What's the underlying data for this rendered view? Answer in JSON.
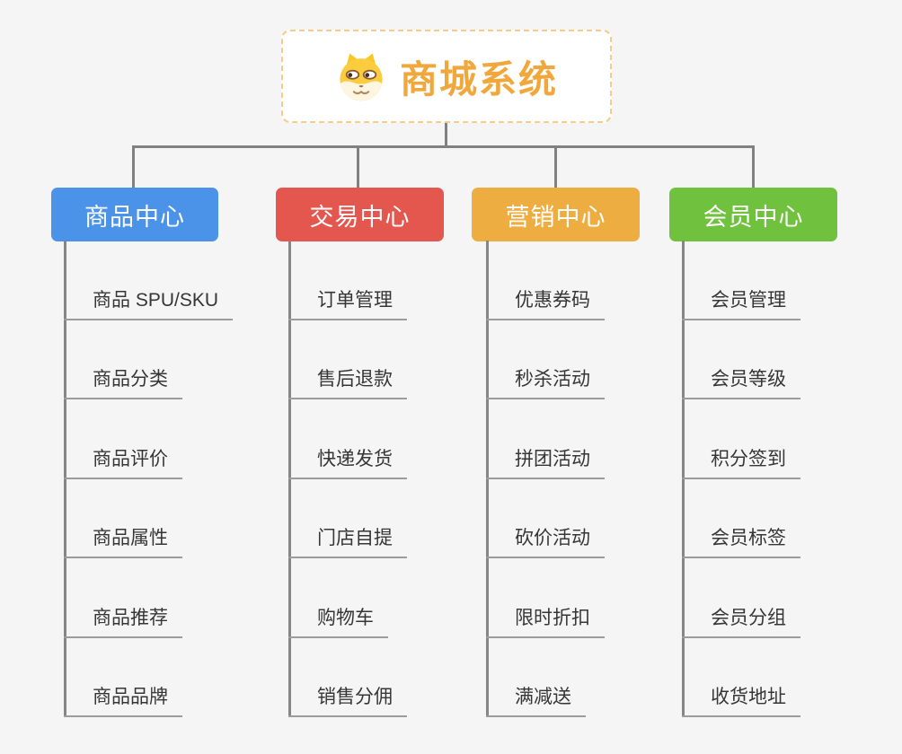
{
  "canvas": {
    "background": "#f5f5f5",
    "connector_color": "#818181",
    "underline_color": "#9c9c9c"
  },
  "root": {
    "title": "商城系统",
    "icon": "shiba-dog-icon",
    "text_color": "#f0a73b",
    "border_color": "#f6cc8c",
    "background": "#ffffff"
  },
  "branches": [
    {
      "label": "商品中心",
      "color": "#4b93e9",
      "items": [
        "商品 SPU/SKU",
        "商品分类",
        "商品评价",
        "商品属性",
        "商品推荐",
        "商品品牌"
      ]
    },
    {
      "label": "交易中心",
      "color": "#e4574f",
      "items": [
        "订单管理",
        "售后退款",
        "快递发货",
        "门店自提",
        "购物车",
        "销售分佣"
      ]
    },
    {
      "label": "营销中心",
      "color": "#eead40",
      "items": [
        "优惠券码",
        "秒杀活动",
        "拼团活动",
        "砍价活动",
        "限时折扣",
        "满减送"
      ]
    },
    {
      "label": "会员中心",
      "color": "#6fc13e",
      "items": [
        "会员管理",
        "会员等级",
        "积分签到",
        "会员标签",
        "会员分组",
        "收货地址"
      ]
    }
  ]
}
